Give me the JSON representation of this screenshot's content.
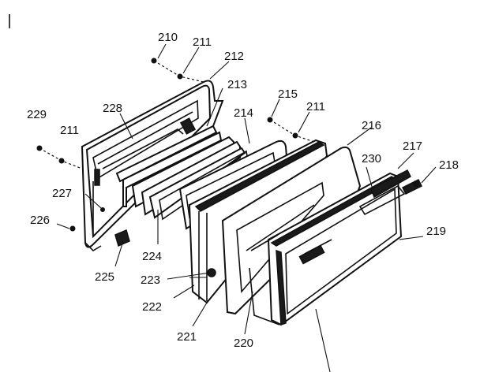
{
  "labels": {
    "p210": "210",
    "p211a": "211",
    "p212": "212",
    "p213": "213",
    "p214": "214",
    "p215": "215",
    "p211b": "211",
    "p216": "216",
    "p217": "217",
    "p218": "218",
    "p228": "228",
    "p229": "229",
    "p211c": "211",
    "p230": "230",
    "p227": "227",
    "p226": "226",
    "p224": "224",
    "p225": "225",
    "p223": "223",
    "p222": "222",
    "p221": "221",
    "p220": "220",
    "p219": "219"
  }
}
